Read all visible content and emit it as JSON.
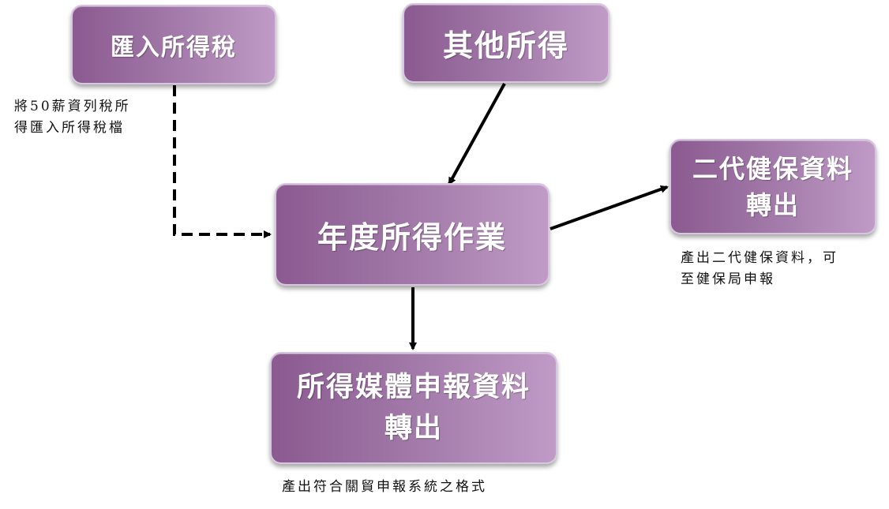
{
  "nodes": {
    "import_tax": "匯入所得稅",
    "other_income": "其他所得",
    "annual_income": "年度所得作業",
    "nhi_export": "二代健保資料轉出",
    "media_export": "所得媒體申報資料轉出"
  },
  "notes": {
    "import_tax_line1": "將50薪資列稅所",
    "import_tax_line2": "得匯入所得稅檔",
    "nhi_line1": "產出二代健保資料，可",
    "nhi_line2": "至健保局申報",
    "media_line1": "產出符合關貿申報系統之格式"
  },
  "colors": {
    "node_dark": "#8b5a90",
    "node_light": "#c09bc6",
    "connector": "#000000"
  }
}
